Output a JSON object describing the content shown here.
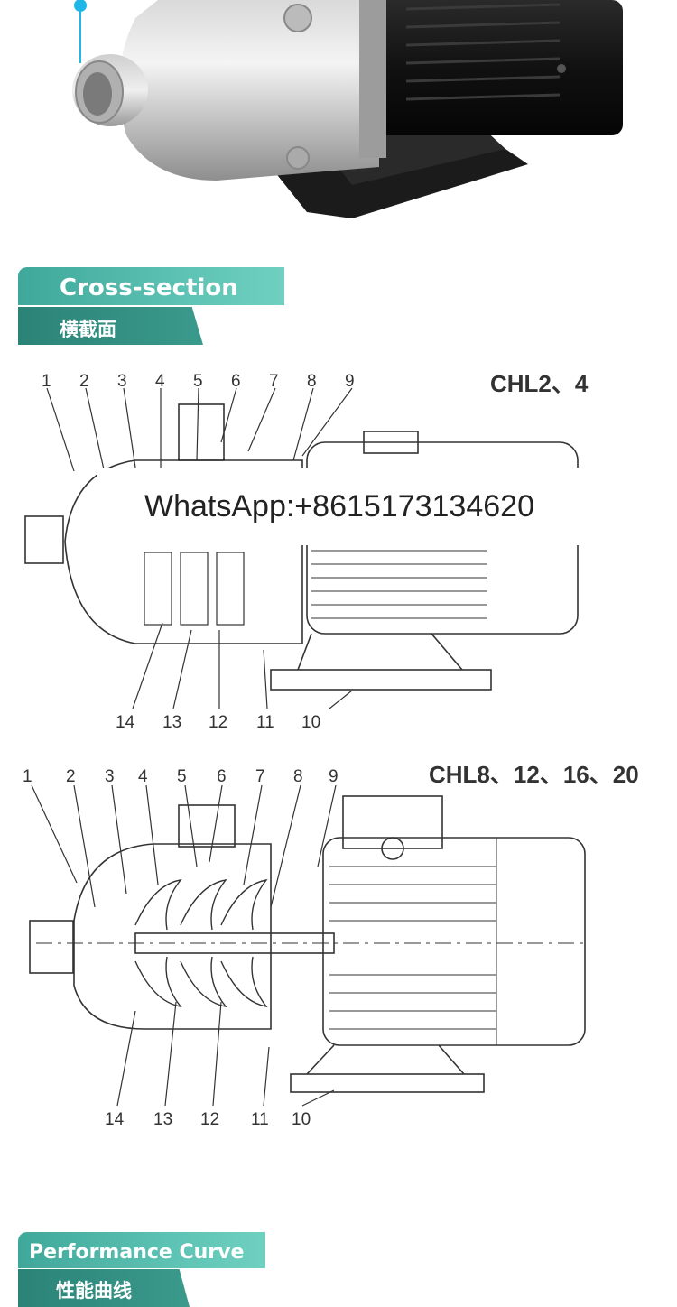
{
  "sections": {
    "cross_section": {
      "title": "Cross-section",
      "subtitle": "横截面"
    },
    "performance": {
      "title": "Performance Curve",
      "subtitle": "性能曲线"
    }
  },
  "diagram1": {
    "model": "CHL2、4",
    "top_labels": [
      "1",
      "2",
      "3",
      "4",
      "5",
      "6",
      "7",
      "8",
      "9"
    ],
    "bottom_labels": [
      "14",
      "13",
      "12",
      "11",
      "10"
    ]
  },
  "diagram2": {
    "model": "CHL8、12、16、20",
    "top_labels": [
      "1",
      "2",
      "3",
      "4",
      "5",
      "6",
      "7",
      "8",
      "9"
    ],
    "bottom_labels": [
      "14",
      "13",
      "12",
      "11",
      "10"
    ]
  },
  "watermark": "WhatsApp:+8615173134620",
  "colors": {
    "banner_light": "#5cc2b3",
    "banner_dark": "#2b8377",
    "marker": "#1fb6e8"
  }
}
